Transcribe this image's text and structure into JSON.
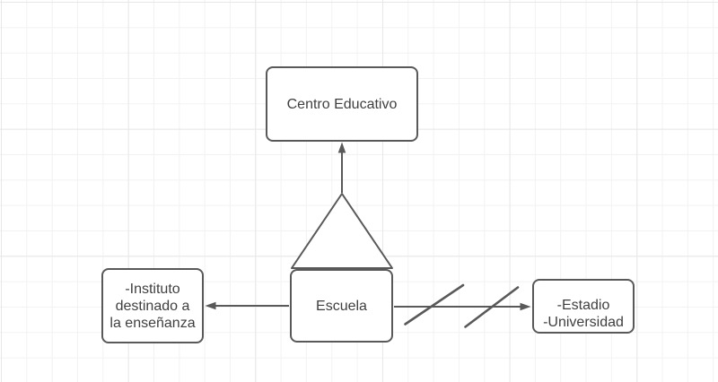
{
  "canvas": {
    "background_color": "#ffffff",
    "grid_minor_color": "#f2f2f2",
    "grid_major_color": "#e7e7e7"
  },
  "diagram": {
    "stroke_color": "#595959",
    "text_color": "#3f3f3f",
    "node_fill_color": "#ffffff"
  },
  "nodes": {
    "centro": {
      "label": "Centro Educativo"
    },
    "escuela": {
      "label": "Escuela"
    },
    "instituto": {
      "line1": "-Instituto",
      "line2": "destinado a",
      "line3": "la enseñanza"
    },
    "estadio": {
      "line1": "-Estadio",
      "line2": "-Universidad"
    }
  },
  "edges": [
    {
      "id": "escuela-to-centro",
      "from": "Escuela",
      "to": "Centro Educativo",
      "direction": "up",
      "marks": "none"
    },
    {
      "id": "escuela-to-instituto",
      "from": "Escuela",
      "to": "-Instituto destinado a la enseñanza",
      "direction": "left",
      "marks": "none"
    },
    {
      "id": "escuela-to-estadio",
      "from": "Escuela",
      "to": "-Estadio -Universidad",
      "direction": "right",
      "marks": "double-slash"
    }
  ]
}
